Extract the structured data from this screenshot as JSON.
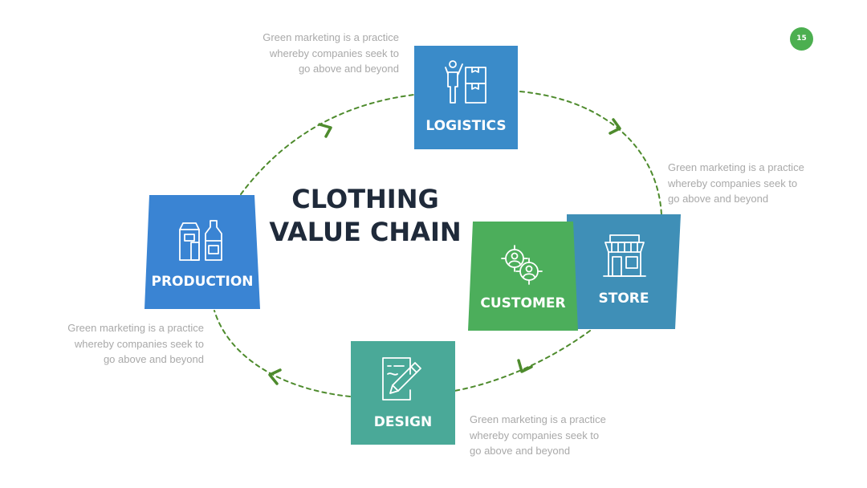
{
  "page_number": "15",
  "title": {
    "line1": "CLOTHING",
    "line2": "VALUE CHAIN"
  },
  "nodes": {
    "logistics": {
      "label": "LOGISTICS",
      "color": "#3a8bc9",
      "icon": "worker-with-boxes-icon"
    },
    "store": {
      "label": "STORE",
      "color": "#3f8fb7",
      "icon": "storefront-icon"
    },
    "customer": {
      "label": "CUSTOMER",
      "color": "#4cae5b",
      "icon": "target-users-icon"
    },
    "design": {
      "label": "DESIGN",
      "color": "#4aa998",
      "icon": "pencil-paper-icon"
    },
    "production": {
      "label": "PRODUCTION",
      "color": "#3a84d3",
      "icon": "bottles-products-icon"
    }
  },
  "descriptions": {
    "top_left": {
      "line1": "Green marketing is a practice",
      "line2": "whereby companies seek to",
      "line3": "go above and beyond"
    },
    "right": {
      "line1": "Green marketing is a practice",
      "line2": "whereby companies seek to",
      "line3": "go above and beyond"
    },
    "bottom_left": {
      "line1": "Green marketing is a practice",
      "line2": "whereby companies seek to",
      "line3": "go above and beyond"
    },
    "bottom_right": {
      "line1": "Green marketing is a practice",
      "line2": "whereby companies seek to",
      "line3": "go above and beyond"
    }
  },
  "colors": {
    "accent_green": "#4caf50",
    "cycle_line": "#4e8b2d",
    "title": "#1f2a3a",
    "body_text": "#a9a9a9"
  }
}
